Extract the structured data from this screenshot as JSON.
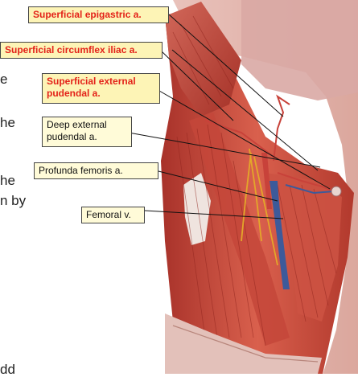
{
  "labels": {
    "superficial_epigastric": "Superficial epigastric a.",
    "superficial_circumflex_iliac": "Superficial circumflex iliac a.",
    "superficial_external_pudendal_1": "Superficial external",
    "superficial_external_pudendal_2": "pudendal a.",
    "deep_external_pudendal_1": "Deep external",
    "deep_external_pudendal_2": "pudendal a.",
    "profunda_femoris": "Profunda femoris a.",
    "femoral_vein": "Femoral v."
  },
  "slide_text_fragments": [
    "e",
    "he",
    "he",
    "n by",
    "dd"
  ],
  "colors": {
    "highlight_label_bg": "#fdf4b6",
    "highlight_label_text": "#e32219",
    "plain_label_bg": "#fffbd8",
    "muscle": "#c94a3c",
    "artery": "#c8423a",
    "vein": "#3d5a9a",
    "nerve": "#e3a62a"
  }
}
